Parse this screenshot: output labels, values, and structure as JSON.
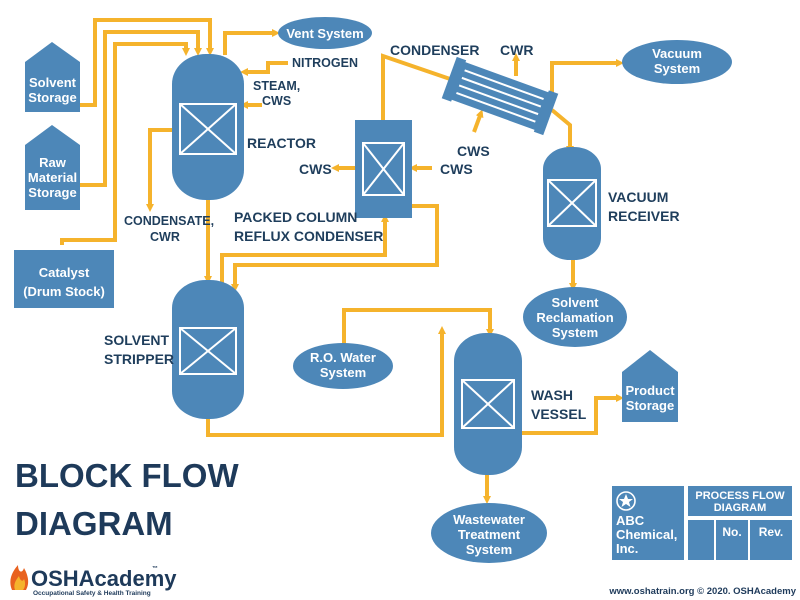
{
  "title": {
    "line1": "BLOCK FLOW",
    "line2": "DIAGRAM"
  },
  "storage": {
    "solvent": [
      "Solvent",
      "Storage"
    ],
    "raw_material": [
      "Raw",
      "Material",
      "Storage"
    ],
    "catalyst": [
      "Catalyst",
      "(Drum Stock)"
    ],
    "product": [
      "Product",
      "Storage"
    ]
  },
  "systems": {
    "vent": "Vent System",
    "vacuum": [
      "Vacuum",
      "System"
    ],
    "solvent_reclamation": [
      "Solvent",
      "Reclamation",
      "System"
    ],
    "ro_water": [
      "R.O. Water",
      "System"
    ],
    "wastewater": [
      "Wastewater",
      "Treatment",
      "System"
    ]
  },
  "labels": {
    "nitrogen": "NITROGEN",
    "steam_cws": [
      "STEAM,",
      "CWS"
    ],
    "reactor": "REACTOR",
    "condensate_cwr": [
      "CONDENSATE,",
      "CWR"
    ],
    "packed_column": [
      "PACKED COLUMN",
      "REFLUX CONDENSER"
    ],
    "cws_left": "CWS",
    "cws_right": "CWS",
    "cws_condenser": "CWS",
    "condenser": "CONDENSER",
    "cwr": "CWR",
    "vacuum_receiver": [
      "VACUUM",
      "RECEIVER"
    ],
    "solvent_stripper": [
      "SOLVENT",
      "STRIPPER"
    ],
    "wash_vessel": [
      "WASH",
      "VESSEL"
    ]
  },
  "title_block": {
    "company": [
      "ABC",
      "Chemical,",
      "Inc."
    ],
    "heading": [
      "PROCESS FLOW",
      "DIAGRAM"
    ],
    "no": "No.",
    "rev": "Rev."
  },
  "logo": {
    "name": "OSHAcademy",
    "tagline": "Occupational Safety & Health Training",
    "tm": "™"
  },
  "footer": "www.oshatrain.org © 2020. OSHAcademy",
  "colors": {
    "vessel": "#4d87b8",
    "line": "#f5b32c",
    "text": "#1f3e5c"
  }
}
